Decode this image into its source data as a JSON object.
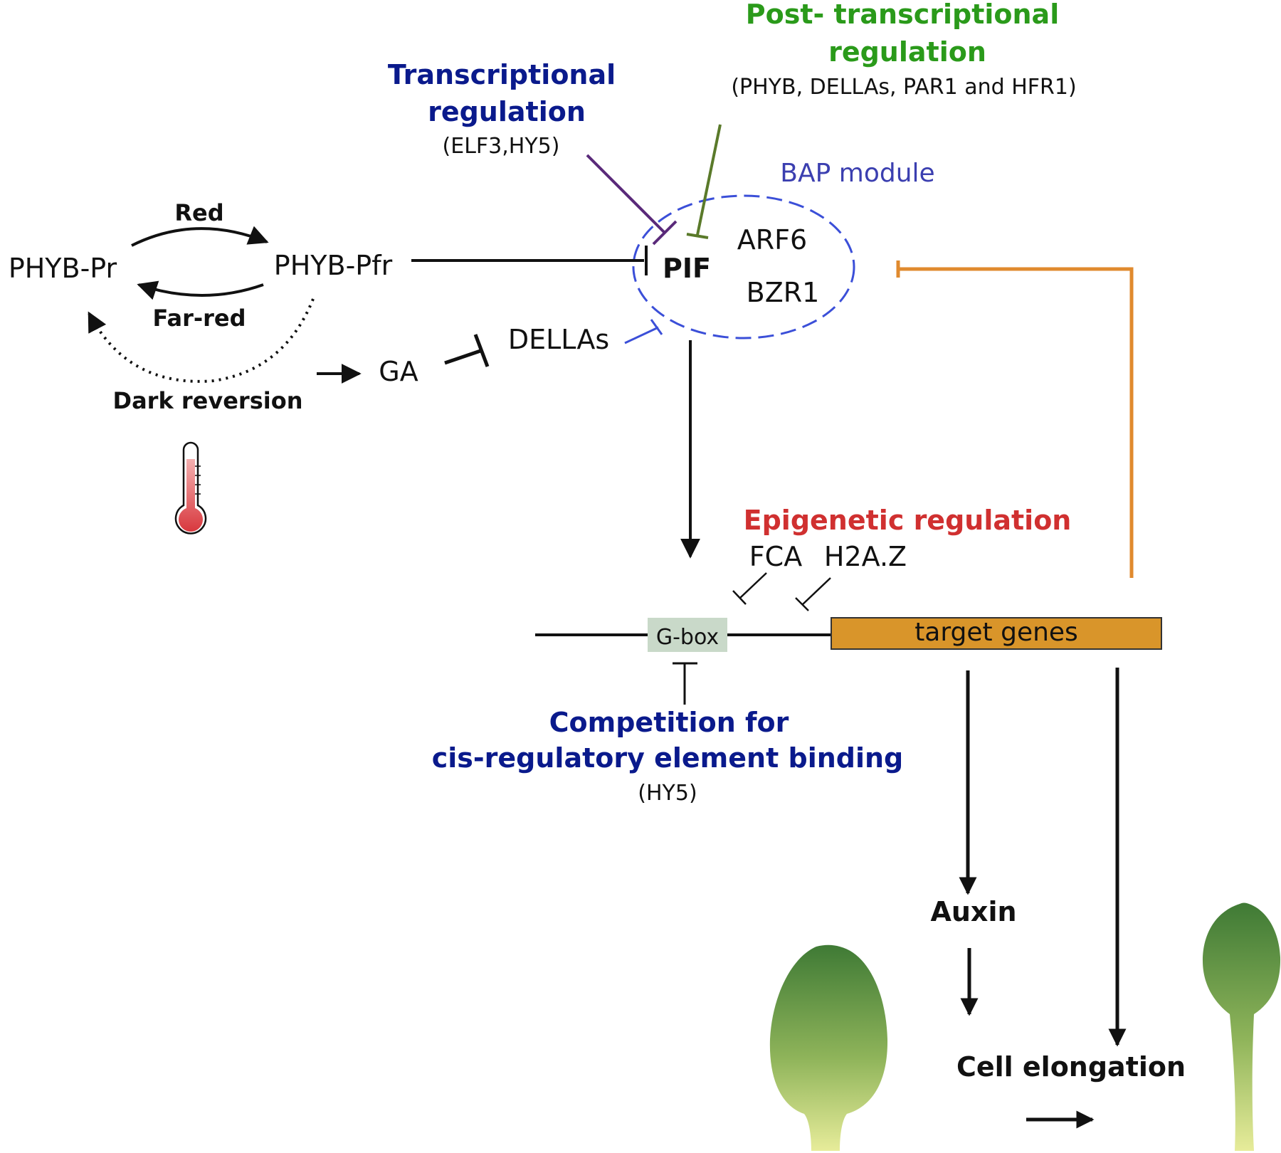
{
  "colors": {
    "black": "#111111",
    "navy": "#0a1a8c",
    "green": "#2a9a1a",
    "red": "#d03030",
    "blue_line": "#3b4fd8",
    "purple_line": "#5a2a7a",
    "olive_line": "#5a7a2a",
    "orange": "#e08a2e",
    "gbox_fill": "#c9d9c9",
    "target_fill": "#d9952a"
  },
  "labels": {
    "post_transcriptional_line1": "Post- transcriptional",
    "post_transcriptional_line2": "regulation",
    "post_transcriptional_sub": "(PHYB, DELLAs, PAR1 and HFR1)",
    "transcriptional_line1": "Transcriptional",
    "transcriptional_line2": "regulation",
    "transcriptional_sub": "(ELF3,HY5)",
    "bap_module": "BAP module",
    "arf6": "ARF6",
    "pif": "PIF",
    "bzr1": "BZR1",
    "red": "Red",
    "far_red": "Far-red",
    "phyb_pr": "PHYB-Pr",
    "phyb_pfr": "PHYB-Pfr",
    "dark_reversion": "Dark reversion",
    "ga": "GA",
    "dellas": "DELLAs",
    "epigenetic": "Epigenetic regulation",
    "fca": "FCA",
    "h2az": "H2A.Z",
    "gbox": "G-box",
    "target_genes": "target genes",
    "competition_line1": "Competition for",
    "competition_line2": "cis-regulatory element binding",
    "competition_sub": "(HY5)",
    "auxin": "Auxin",
    "cell_elongation": "Cell elongation"
  },
  "icons": {
    "thermometer": "thermometer-icon",
    "leaf_short": "short-petiole-leaf-icon",
    "leaf_long": "long-petiole-leaf-icon"
  }
}
